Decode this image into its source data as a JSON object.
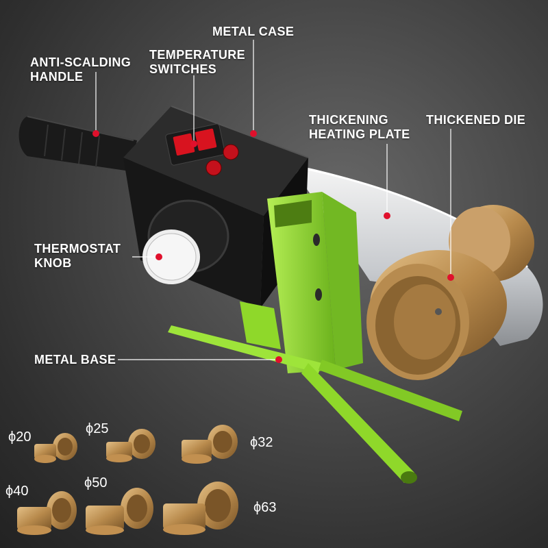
{
  "labels": {
    "metal_case": "METAL CASE",
    "anti_scalding_handle": "ANTI-SCALDING\nHANDLE",
    "temperature_switches": "TEMPERATURE\nSWITCHES",
    "thickening_heating_plate": "THICKENING\nHEATING PLATE",
    "thickened_die": "THICKENED DIE",
    "thermostat_knob": "THERMOSTAT\nKNOB",
    "metal_base": "METAL BASE"
  },
  "die_sizes": [
    "ϕ20",
    "ϕ25",
    "ϕ32",
    "ϕ40",
    "ϕ50",
    "ϕ63"
  ],
  "colors": {
    "callout_dot": "#e0102c",
    "stand": "#8fd82a",
    "brass": "#c89a5a",
    "plate": "#d9dcdf",
    "body": "#1c1c1c"
  }
}
